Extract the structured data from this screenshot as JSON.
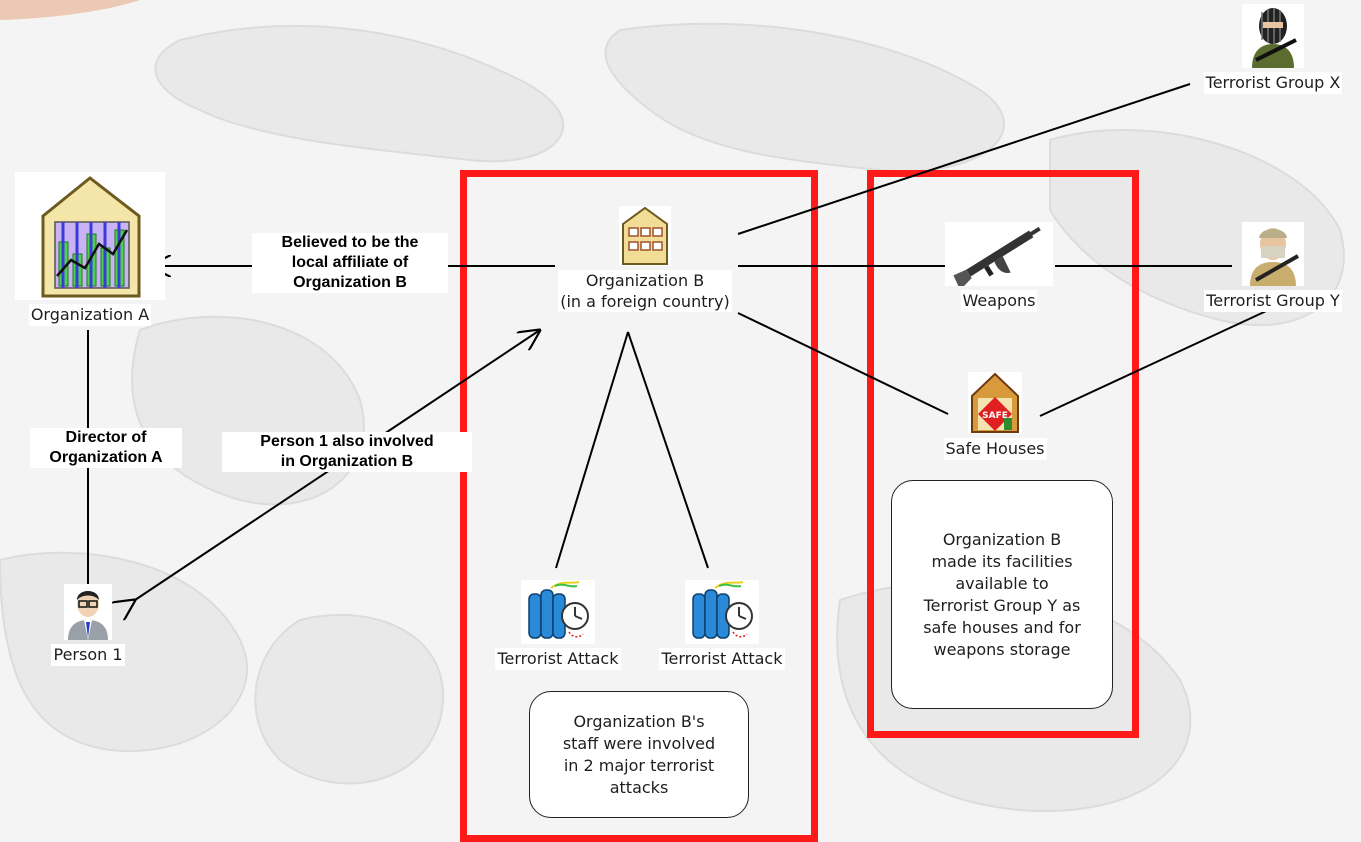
{
  "nodes": {
    "org_a": "Organization A",
    "org_b_line1": "Organization B",
    "org_b_line2": "(in a foreign country)",
    "weapons": "Weapons",
    "group_x": "Terrorist Group X",
    "group_y": "Terrorist Group Y",
    "safe_houses": "Safe Houses",
    "person1": "Person 1",
    "attack1": "Terrorist Attack",
    "attack2": "Terrorist Attack"
  },
  "link_labels": {
    "affiliate": [
      "Believed to be the",
      "local affiliate of",
      "Organization B"
    ],
    "director": [
      "Director of",
      "Organization A"
    ],
    "involved": [
      "Person 1 also involved",
      "in Organization B"
    ]
  },
  "notes": {
    "attacks": [
      "Organization B's",
      "staff were involved",
      "in 2 major terrorist",
      "attacks"
    ],
    "facilities": [
      "Organization B",
      "made its facilities",
      "available to",
      "Terrorist Group Y as",
      "safe houses and for",
      "weapons storage"
    ]
  },
  "icons": {
    "org_a": "organization-icon",
    "org_b": "building-icon",
    "weapons": "rifle-icon",
    "group_x": "masked-terrorist-icon",
    "group_y": "armed-terrorist-icon",
    "safe_houses": "safe-house-icon",
    "person1": "person-icon",
    "attack": "bomb-timer-icon"
  },
  "colors": {
    "highlight_box": "#ff1a1a",
    "line": "#000000"
  }
}
